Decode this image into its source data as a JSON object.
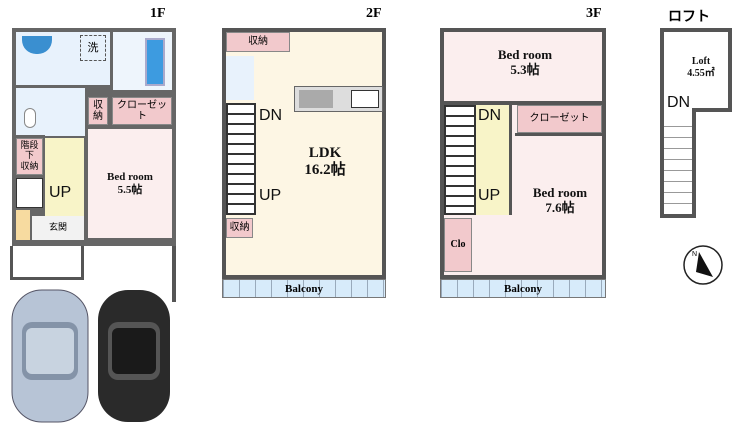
{
  "floors": {
    "f1": {
      "title": "1F",
      "laundry": "洗",
      "storage": "収納",
      "closet": "クローゼット",
      "bedroom": "Bed room",
      "bedroom_size": "5.5帖",
      "under_stair": "階段下\n収納",
      "up": "UP",
      "entrance": "玄関"
    },
    "f2": {
      "title": "2F",
      "storage_top": "収納",
      "dn": "DN",
      "up": "UP",
      "storage_bottom": "収納",
      "ldk": "LDK",
      "ldk_size": "16.2帖",
      "balcony": "Balcony"
    },
    "f3": {
      "title": "3F",
      "bedroom_a": "Bed room",
      "bedroom_a_size": "5.3帖",
      "dn": "DN",
      "closet": "クローゼット",
      "up": "UP",
      "bedroom_b": "Bed room",
      "bedroom_b_size": "7.6帖",
      "clo": "Clo",
      "balcony": "Balcony"
    },
    "loft": {
      "title": "ロフト",
      "label": "Loft",
      "size": "4.55㎡",
      "dn": "DN"
    }
  },
  "compass": {
    "north": "N"
  },
  "colors": {
    "wall": "#555555",
    "storage": "#f2c9cc",
    "bedroom": "#fbeeee",
    "ldk": "#fdf6e4",
    "hall": "#f8f4c8",
    "wet": "#e8f2fc"
  }
}
